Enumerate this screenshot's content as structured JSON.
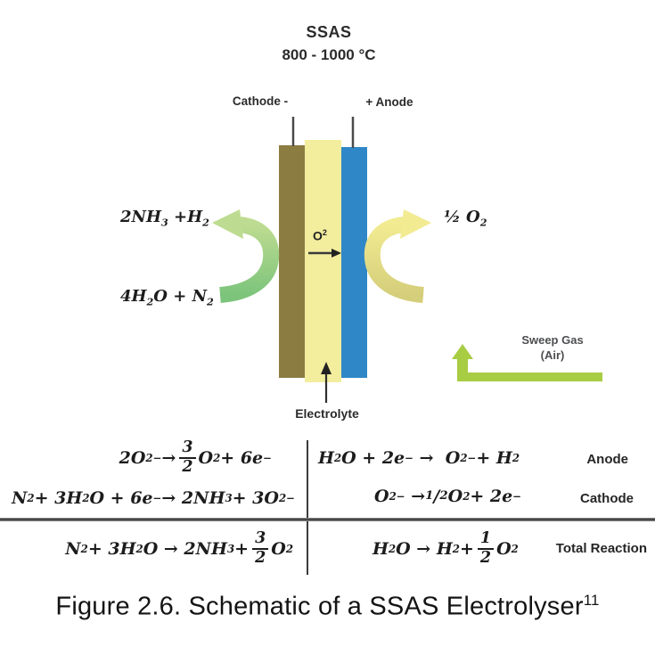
{
  "colors": {
    "cathode_bar": "#8b7c42",
    "electrolyte_bar": "#f3ed9e",
    "anode_bar": "#2f87c7",
    "green_light": "#bedc91",
    "green_dark": "#7cc47b",
    "yellow_light": "#f2eb92",
    "yellow_dark": "#d5ce7a",
    "sweep_green": "#a8cc42",
    "ink": "#2b2b2b"
  },
  "header": {
    "title": "SSAS",
    "temperature": "800 -  1000 °C"
  },
  "cell": {
    "cathode_terminal": "Cathode -",
    "anode_terminal": "+ Anode",
    "ion_html": "O<sup>2</sup>",
    "electrolyte_label": "Electrolyte"
  },
  "streams": {
    "cathode_out_html": "2NH<sub>3</sub> +H<sub>2</sub>",
    "cathode_in_html": "4H<sub>2</sub>O + N<sub>2</sub>",
    "anode_out_html": "½ O<sub>2</sub>",
    "sweep_gas_line1": "Sweep Gas",
    "sweep_gas_line2": "(Air)"
  },
  "reactions": {
    "anode_row": {
      "left_html": "2O<sup>2−</sup> → <span class='sf'><span class='n'>3</span><span class='d'>2</span></span>O<sub>2</sub> + 6e<sup>−</sup>",
      "right_html": "H<sub>2</sub>O + 2e<sup>−</sup> &nbsp;→&nbsp; O<sup>2−</sup> + H<sub>2</sub>",
      "label": "Anode"
    },
    "cathode_row": {
      "left_html": "N<sub>2</sub> + 3H<sub>2</sub>O + 6e<sup>−</sup> → 2NH<sub>3</sub> + 3O<sup>2−</sup>",
      "right_html": "O<sup>2−</sup> &nbsp;→ <sup class='k'>1</sup>/<sub class='k'>2</sub> O<sub>2</sub> + 2e<sup>−</sup>",
      "label": "Cathode"
    },
    "total_row": {
      "left_html": "N<sub>2</sub> + 3H<sub>2</sub>O → 2NH<sub>3</sub> + <span class='sf'><span class='n'>3</span><span class='d'>2</span></span>O<sub>2</sub>",
      "right_html": "H<sub>2</sub>O → H<sub>2</sub> + <span class='sf'><span class='n'>1</span><span class='d'>2</span></span>O<sub>2</sub>",
      "label": "Total Reaction"
    }
  },
  "caption": {
    "text": "Figure 2.6. Schematic of a SSAS Electrolyser",
    "superscript": "11"
  }
}
